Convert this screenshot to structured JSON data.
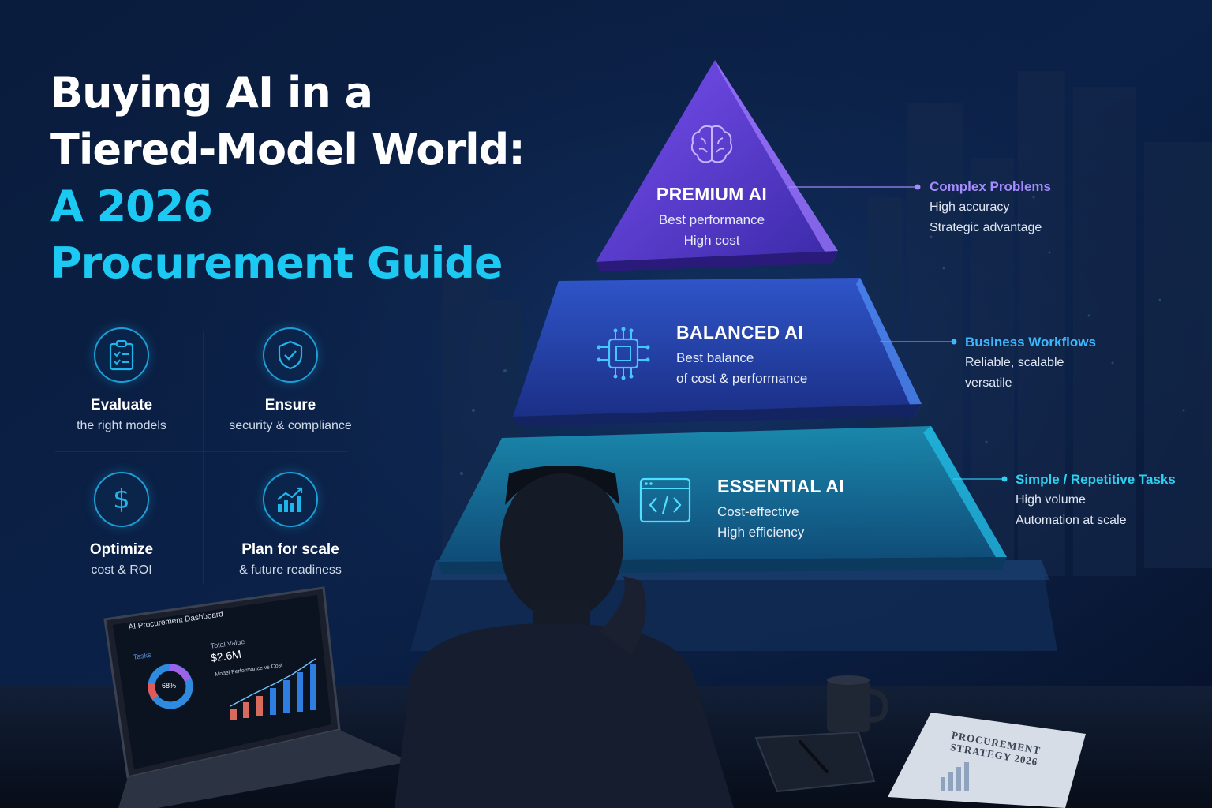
{
  "title": {
    "line1": "Buying AI in a",
    "line2": "Tiered-Model World:",
    "line3": "A 2026",
    "line4": "Procurement Guide"
  },
  "features": [
    {
      "icon": "clipboard-check-icon",
      "title": "Evaluate",
      "subtitle": "the right models"
    },
    {
      "icon": "shield-check-icon",
      "title": "Ensure",
      "subtitle": "security & compliance"
    },
    {
      "icon": "dollar-icon",
      "title": "Optimize",
      "subtitle": "cost & ROI"
    },
    {
      "icon": "growth-chart-icon",
      "title": "Plan for scale",
      "subtitle": "& future readiness"
    }
  ],
  "tiers": [
    {
      "name": "PREMIUM AI",
      "line1": "Best performance",
      "line2": "High cost",
      "icon": "brain-icon",
      "color": "#5b3fd6"
    },
    {
      "name": "BALANCED AI",
      "line1": "Best balance",
      "line2": "of cost & performance",
      "icon": "chip-icon",
      "color": "#2a49b8"
    },
    {
      "name": "ESSENTIAL AI",
      "line1": "Cost-effective",
      "line2": "High efficiency",
      "icon": "code-window-icon",
      "color": "#1a8fb0"
    }
  ],
  "side_notes": [
    {
      "heading": "Complex Problems",
      "line1": "High accuracy",
      "line2": "Strategic advantage",
      "color": "#a58bff"
    },
    {
      "heading": "Business Workflows",
      "line1": "Reliable, scalable",
      "line2": "versatile",
      "color": "#3db8ff"
    },
    {
      "heading": "Simple / Repetitive Tasks",
      "line1": "High volume",
      "line2": "Automation at scale",
      "color": "#2fd0f0"
    }
  ],
  "dashboard": {
    "title": "AI Procurement Dashboard",
    "total_label": "Total Value",
    "total_value": "$2.6M",
    "chart_title": "Model Performance vs Cost",
    "donut_label": "Tasks",
    "donut_value": "68%"
  },
  "paper": {
    "line1": "PROCUREMENT",
    "line2": "STRATEGY 2026"
  },
  "colors": {
    "accent_cyan": "#1cc9f2",
    "premium": "#5b3fd6",
    "balanced": "#2a49b8",
    "essential": "#1a8fb0"
  }
}
